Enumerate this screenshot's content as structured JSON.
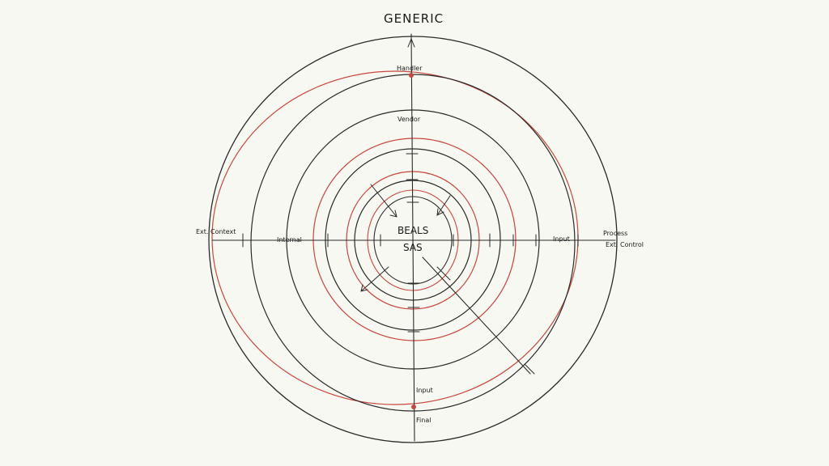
{
  "diagram": {
    "title": "GENERIC",
    "center_top": "BEALS",
    "center_bottom": "SAS",
    "top_labels": [
      "Handler",
      "Vendor"
    ],
    "bottom_labels": [
      "Input",
      "Final"
    ],
    "left_labels": [
      "Ext. Context",
      "Internal"
    ],
    "right_labels": [
      "Input",
      "Process",
      "Ext. Control"
    ],
    "colors": {
      "ink": "#2a2a2a",
      "red": "#c8473c",
      "background": "#f8f8f3"
    }
  }
}
